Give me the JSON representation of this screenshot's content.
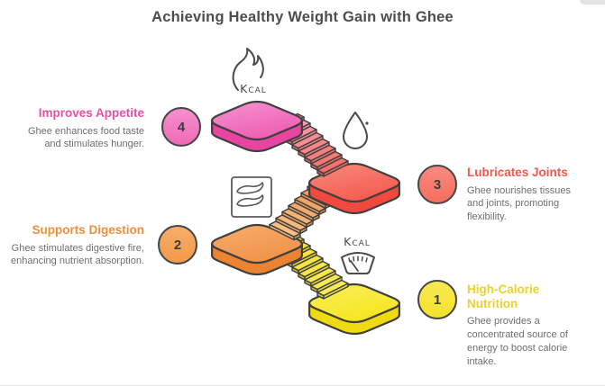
{
  "header": {
    "title": "Achieving Healthy Weight Gain with Ghee"
  },
  "steps": [
    {
      "number": "1",
      "title": "High-Calorie Nutrition",
      "description": "Ghee provides a concentrated source of energy to boost calorie intake.",
      "accent": "#e9d22b",
      "circle_fill": "#f6e73c",
      "platform_color": "#f6e621",
      "icon": "kcal-scale-icon",
      "icon_label": "Kcal"
    },
    {
      "number": "2",
      "title": "Supports Digestion",
      "description": "Ghee stimulates digestive fire, enhancing nutrient absorption.",
      "accent": "#ef8f3d",
      "circle_fill": "#f4a45c",
      "platform_color": "#f1944a",
      "icon": "peppers-box-icon"
    },
    {
      "number": "3",
      "title": "Lubricates Joints",
      "description": "Ghee nourishes tissues and joints, promoting flexibility.",
      "accent": "#f4564c",
      "circle_fill": "#f98276",
      "platform_color": "#f55c50",
      "icon": "water-drop-icon"
    },
    {
      "number": "4",
      "title": "Improves Appetite",
      "description": "Ghee enhances food taste and stimulates hunger.",
      "accent": "#ec4fa4",
      "circle_fill": "#f283c7",
      "platform_color": "#ee5fb2",
      "icon": "kcal-flame-icon",
      "icon_label": "Kcal"
    }
  ],
  "diagram": {
    "outline_color": "#3f3f3f",
    "stair_ramps": {
      "pink_to_red": [
        "#f8a2b2",
        "#f7726a"
      ],
      "red_to_orange": [
        "#ef9150",
        "#f8bf82"
      ],
      "orange_to_yellow": [
        "#f3e02f",
        "#f8ec55"
      ]
    }
  }
}
